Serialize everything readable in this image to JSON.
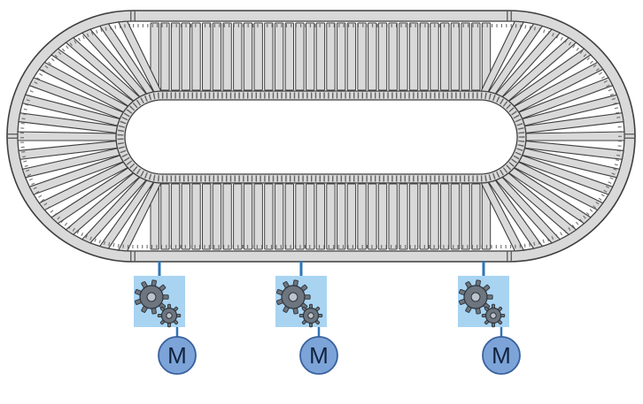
{
  "carousel": {
    "straight_slat_count": 33,
    "radial_slat_count_per_end": 19,
    "motor_labels": [
      "M",
      "M",
      "M"
    ],
    "icons": {
      "gear_large": "gear-icon-large",
      "gear_small": "gear-icon-small"
    },
    "colors": {
      "background": "#ffffff",
      "outline": "#3f3f3f",
      "slat_fill": "#d9d9d9",
      "rim_fill": "#d9d9d9",
      "tick": "#4f4f4f",
      "drive_box_fill": "#a8d4f2",
      "connector": "#2e75b6",
      "motor_fill": "#7da4d8",
      "motor_stroke": "#39619e",
      "motor_label_color": "#10233f",
      "gear_fill": "#6d757f",
      "gear_stroke": "#2e343b",
      "gear_hub": "#bcc3ca"
    }
  }
}
